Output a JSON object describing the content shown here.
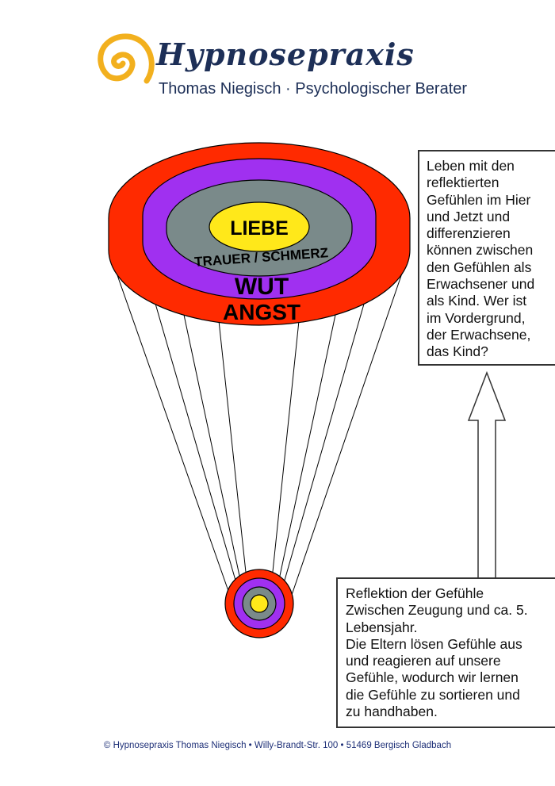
{
  "header": {
    "logo_title": "Hypnosepraxis",
    "logo_subtitle": "Thomas Niegisch · Psychologischer Berater"
  },
  "diagram": {
    "layers": [
      {
        "label": "ANGST",
        "color": "#ff2a00"
      },
      {
        "label": "WUT",
        "color": "#a030f0"
      },
      {
        "label": "TRAUER / SCHMERZ",
        "color": "#7a8a8a"
      },
      {
        "label": "LIEBE",
        "color": "#ffe81a"
      }
    ]
  },
  "box_top": {
    "lines": [
      "Leben mit den",
      "reflektierten",
      "Gefühlen im Hier",
      "und Jetzt und",
      "differenzieren",
      "können zwischen",
      "den Gefühlen als",
      "Erwachsener und",
      "als Kind. Wer ist",
      "im Vordergrund,",
      "der Erwachsene,",
      "das Kind?"
    ]
  },
  "box_bottom": {
    "lines": [
      "Reflektion der Gefühle",
      "Zwischen Zeugung und ca. 5.",
      "Lebensjahr.",
      "Die Eltern lösen Gefühle aus",
      "und reagieren auf unsere",
      "Gefühle, wodurch wir lernen",
      "die Gefühle zu sortieren und",
      "zu handhaben."
    ]
  },
  "footer": {
    "text": "© Hypnosepraxis Thomas Niegisch • Willy-Brandt-Str. 100 • 51469 Bergisch Gladbach"
  }
}
